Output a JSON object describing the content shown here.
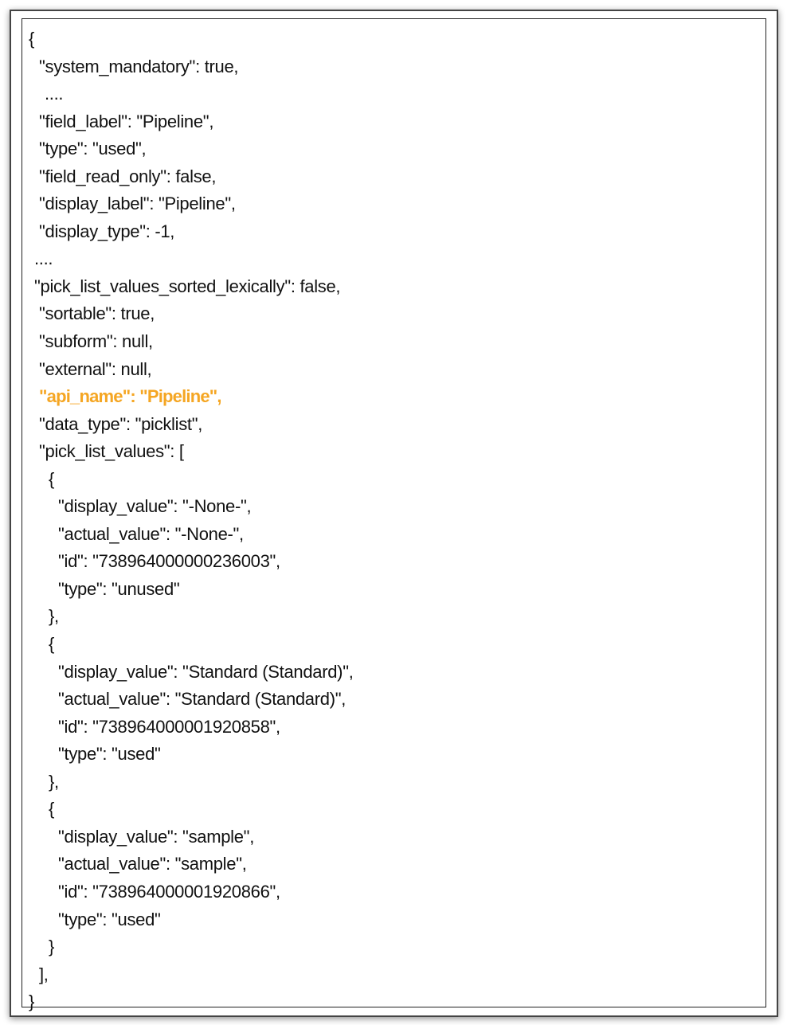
{
  "highlight_color": "#f5a623",
  "lines": [
    "{",
    "\"system_mandatory\": true,",
    "....",
    "\"field_label\": \"Pipeline\",",
    "\"type\": \"used\",",
    "\"field_read_only\": false,",
    "\"display_label\": \"Pipeline\",",
    "\"display_type\": -1,",
    "....",
    "\"pick_list_values_sorted_lexically\": false,",
    "\"sortable\": true,",
    "\"subform\": null,",
    "\"external\": null,",
    "\"api_name\": \"Pipeline\",",
    "\"data_type\": \"picklist\",",
    "\"pick_list_values\": [",
    "{",
    "\"display_value\": \"-None-\",",
    "\"actual_value\": \"-None-\",",
    "\"id\": \"738964000000236003\",",
    "\"type\": \"unused\"",
    "},",
    "{",
    "\"display_value\": \"Standard (Standard)\",",
    "\"actual_value\": \"Standard (Standard)\",",
    "\"id\": \"738964000001920858\",",
    "\"type\": \"used\"",
    "},",
    "{",
    "\"display_value\": \"sample\",",
    "\"actual_value\": \"sample\",",
    "\"id\": \"738964000001920866\",",
    "\"type\": \"used\"",
    "}",
    "],",
    "}"
  ]
}
